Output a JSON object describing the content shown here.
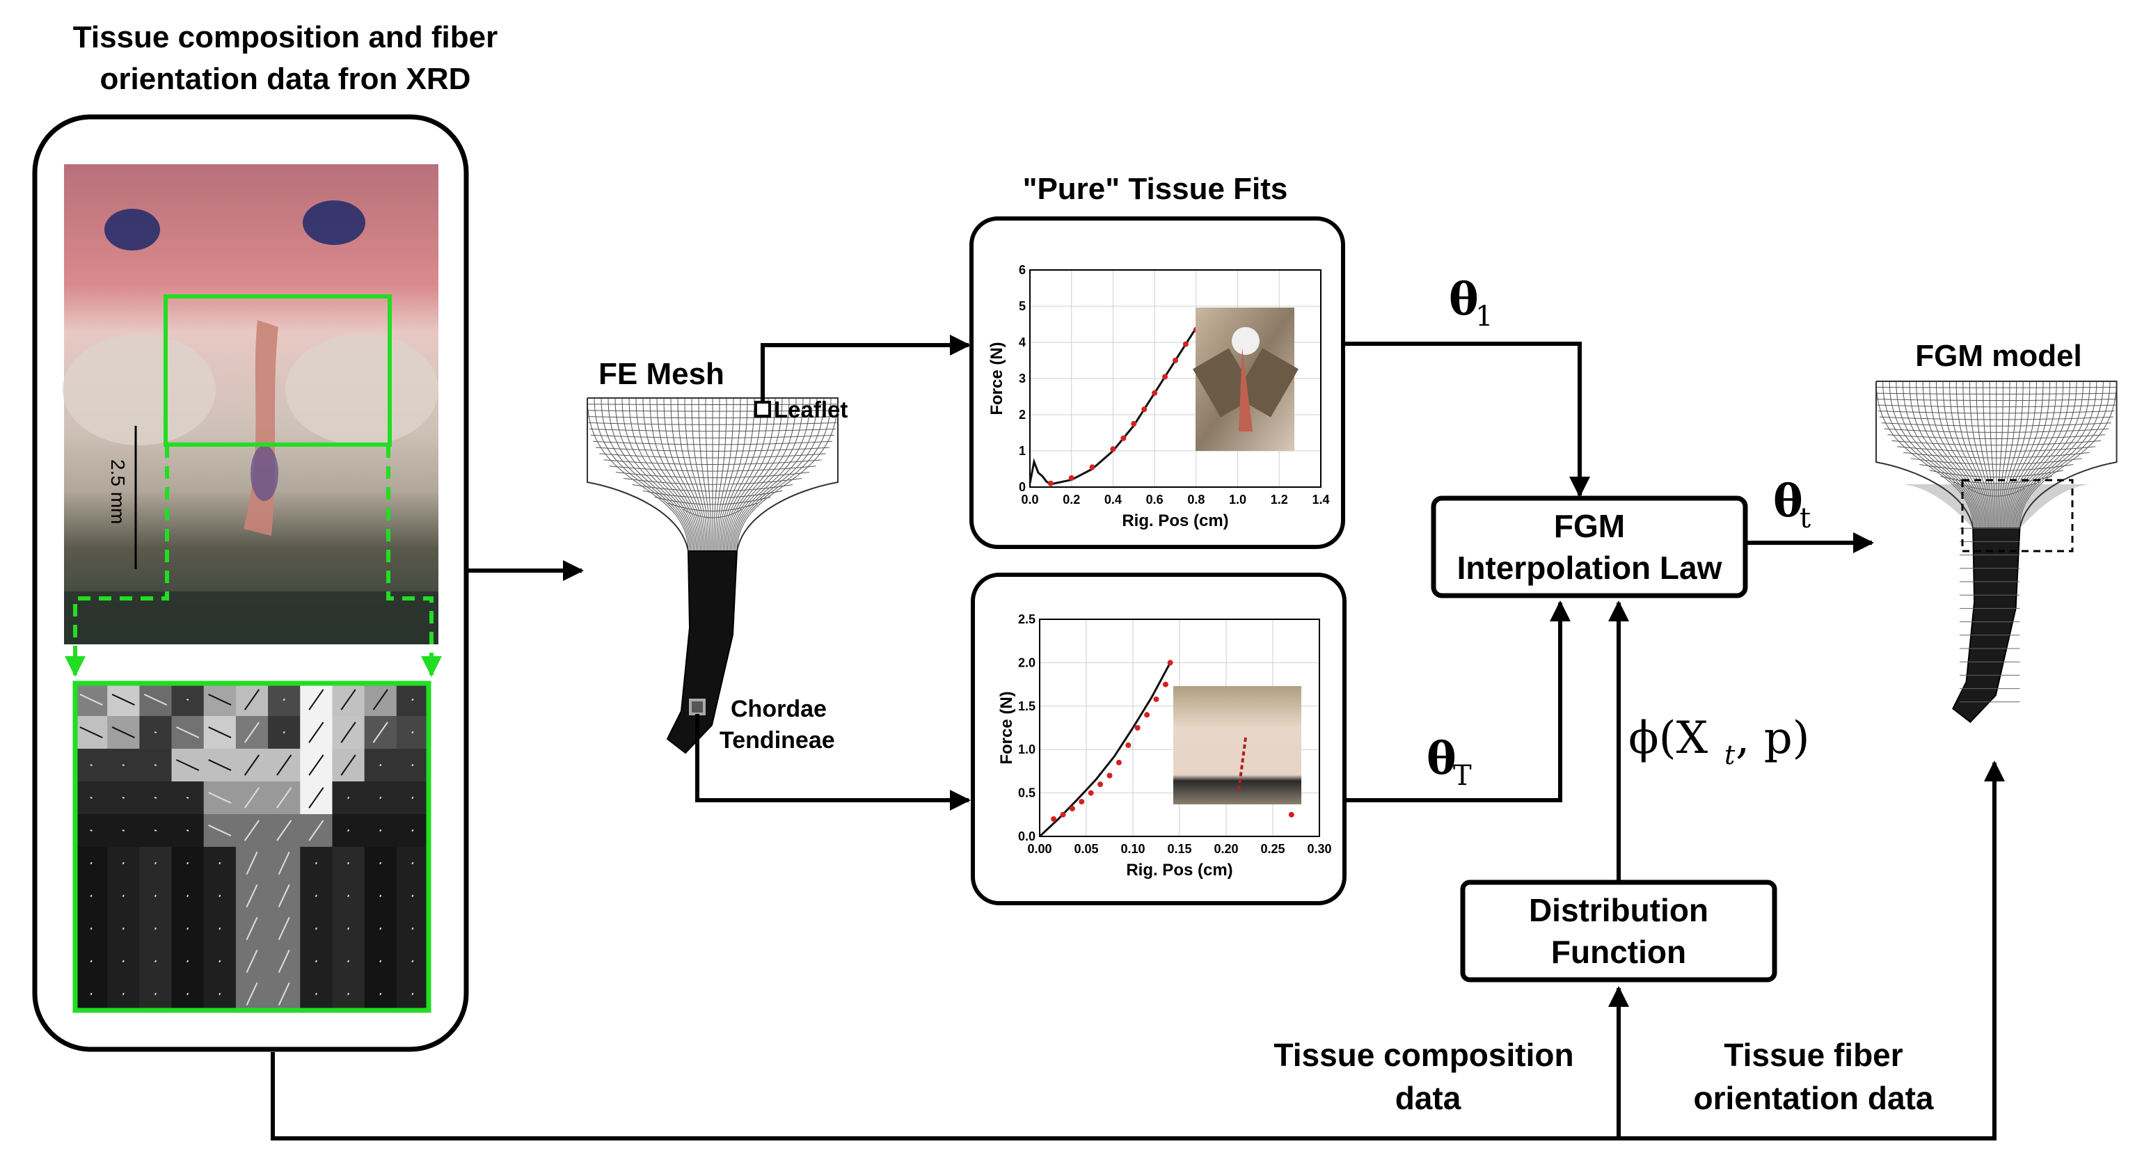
{
  "xrd_panel": {
    "title_line1": "Tissue composition and fiber",
    "title_line2": "orientation data fron XRD",
    "scale_label": "2.5 mm"
  },
  "fe_mesh": {
    "title": "FE Mesh",
    "leaflet_label": "Leaflet",
    "chordae_line1": "Chordae",
    "chordae_line2": "Tendineae"
  },
  "pure_fits": {
    "title": "\"Pure\" Tissue Fits"
  },
  "chart_data": [
    {
      "type": "scatter",
      "title": "",
      "xlabel": "Rig. Pos (cm)",
      "ylabel": "Force (N)",
      "xlim": [
        0,
        1.4
      ],
      "ylim": [
        0,
        6
      ],
      "xticks": [
        "0.0",
        "0.2",
        "0.4",
        "0.6",
        "0.8",
        "1.0",
        "1.2",
        "1.4"
      ],
      "yticks": [
        "0",
        "1",
        "2",
        "3",
        "4",
        "5",
        "6"
      ],
      "grid": true,
      "series": [
        {
          "kind": "line",
          "color": "#111111",
          "x": [
            0.0,
            0.02,
            0.04,
            0.06,
            0.08,
            0.1,
            0.2,
            0.3,
            0.4,
            0.5,
            0.6,
            0.7,
            0.8
          ],
          "y": [
            0.1,
            0.7,
            0.4,
            0.3,
            0.15,
            0.08,
            0.2,
            0.5,
            1.0,
            1.7,
            2.6,
            3.5,
            4.4
          ]
        },
        {
          "kind": "points",
          "color": "#d62020",
          "x": [
            0.1,
            0.2,
            0.3,
            0.4,
            0.45,
            0.5,
            0.55,
            0.6,
            0.65,
            0.7,
            0.75,
            0.8
          ],
          "y": [
            0.1,
            0.25,
            0.55,
            1.05,
            1.35,
            1.75,
            2.15,
            2.6,
            3.05,
            3.5,
            3.95,
            4.35
          ]
        }
      ]
    },
    {
      "type": "scatter",
      "title": "",
      "xlabel": "Rig. Pos (cm)",
      "ylabel": "Force (N)",
      "xlim": [
        0,
        0.3
      ],
      "ylim": [
        0,
        2.5
      ],
      "xticks": [
        "0.00",
        "0.05",
        "0.10",
        "0.15",
        "0.20",
        "0.25",
        "0.30"
      ],
      "yticks": [
        "0.0",
        "0.5",
        "1.0",
        "1.5",
        "2.0",
        "2.5"
      ],
      "grid": true,
      "series": [
        {
          "kind": "line",
          "color": "#111111",
          "x": [
            0.0,
            0.02,
            0.04,
            0.06,
            0.08,
            0.1,
            0.12,
            0.14
          ],
          "y": [
            0.0,
            0.2,
            0.42,
            0.65,
            0.92,
            1.25,
            1.6,
            2.0
          ]
        },
        {
          "kind": "points",
          "color": "#d62020",
          "x": [
            0.015,
            0.025,
            0.035,
            0.045,
            0.055,
            0.065,
            0.075,
            0.085,
            0.095,
            0.105,
            0.115,
            0.125,
            0.135,
            0.14,
            0.27
          ],
          "y": [
            0.2,
            0.25,
            0.32,
            0.4,
            0.5,
            0.6,
            0.7,
            0.85,
            1.05,
            1.25,
            1.4,
            1.58,
            1.75,
            2.0,
            0.25
          ]
        }
      ]
    }
  ],
  "params": {
    "theta_1": "θ",
    "theta_1_sub": "1",
    "theta_T": "θ",
    "theta_T_sub": "T",
    "theta_t": "θ",
    "theta_t_sub": "t",
    "phi": "ϕ(X",
    "phi_sub": "t",
    "phi_tail": ", p)"
  },
  "fgm_law": {
    "line1": "FGM",
    "line2": "Interpolation Law"
  },
  "distribution": {
    "line1": "Distribution",
    "line2": "Function"
  },
  "fgm_model": {
    "title": "FGM model"
  },
  "bottom_labels": {
    "composition_line1": "Tissue composition",
    "composition_line2": "data",
    "fiber_line1": "Tissue fiber",
    "fiber_line2": "orientation data"
  },
  "colors": {
    "frame": "#000000",
    "highlight_green": "#22dd22",
    "fit_points": "#d62020",
    "mesh_line": "#555555"
  }
}
